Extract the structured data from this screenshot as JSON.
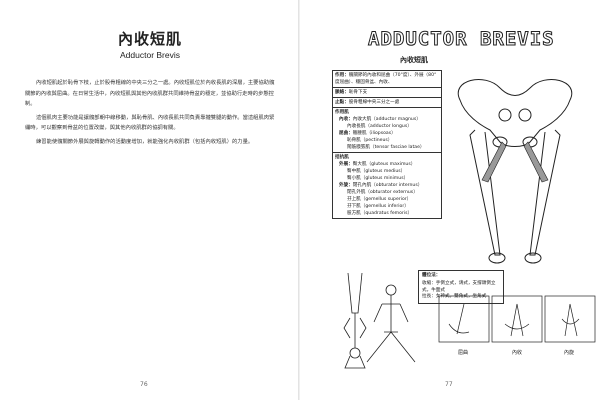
{
  "left_page": {
    "title": "內收短肌",
    "subtitle": "Adductor Brevis",
    "paragraphs": [
      "內收短肌起於恥骨下枝，止於股骨粗線的中央三分之一處。內收短肌位於內收長肌的深層，主要協助髖關節的內收與屈曲。在日常生活中，內收短肌與其他內收肌群共同維持骨盆的穩定，並協助行走時的步態控制。",
      "這個肌肉主要功能是讓髖部朝中線移動，與恥骨肌、內收長肌共同負責靠攏雙腿的動作。當這組肌肉緊繃時，可以觀察到骨盆的位置改變，與其他內收肌群的協調有關。",
      "練習能使髖關節外展與旋轉動作的活動度增加，就能強化內收肌群（包括內收短肌）的力量。"
    ],
    "page_number": "76"
  },
  "right_page": {
    "title": "ADDUCTOR BREVIS",
    "subtitle": "內收短肌",
    "info_rows": [
      {
        "label": "作用：",
        "text": "髖關節的內收和屈曲（70°度）、外展（80°度屈曲）、穩固骨盆、內收、"
      },
      {
        "label": "脈絡：",
        "text": "恥骨下支"
      },
      {
        "label": "止點：",
        "text": "股骨粗線中央三分之一處"
      }
    ],
    "synergists_title": "作用肌",
    "synergists": [
      {
        "group": "內收：",
        "items": [
          "內收大肌（adductor magnus）",
          "內收長肌（adductor longus）"
        ]
      },
      {
        "group": "屈曲：",
        "items": [
          "髂腰肌（iliopsoas）",
          "恥骨肌（pectineus）",
          "闊筋膜張肌（tensor fasciae latae）"
        ]
      }
    ],
    "antagonists_title": "拮抗肌",
    "antagonists": [
      {
        "group": "外展：",
        "items": [
          "臀大肌（gluteus maximus）",
          "臀中肌（gluteus medius）",
          "臀小肌（gluteus minimus）"
        ]
      },
      {
        "group": "外旋：",
        "items": [
          "閉孔內肌（obturator internus）",
          "閉孔外肌（obturator externus）",
          "孖上肌（gemellus superior）",
          "孖下肌（gemellus inferior）",
          "股方肌（quadratus femoris）"
        ]
      }
    ],
    "joint_title": "體位法：",
    "joint_rows": [
      "收縮：手倒立式，鴿式，支撐頭倒立式，牛面式",
      "拉長：女神式，雙角式，坐角式"
    ],
    "diagram_labels": [
      "屈曲",
      "內收",
      "內旋"
    ],
    "page_number": "77"
  }
}
